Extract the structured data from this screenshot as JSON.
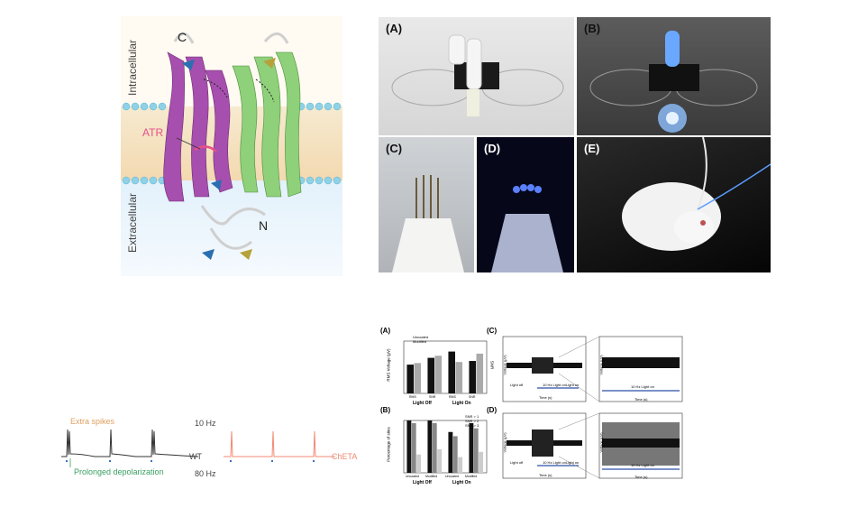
{
  "protein": {
    "c_terminus": "C",
    "n_terminus": "N",
    "chromophore": "ATR",
    "intracellular": "Intracellular",
    "extracellular": "Extracellular"
  },
  "device": {
    "panels": [
      "(A)",
      "(B)",
      "(C)",
      "(D)",
      "(E)"
    ]
  },
  "traces": {
    "extra_spikes": "Extra spikes",
    "prolonged": "Prolonged depolarization",
    "freq_top": "10 Hz",
    "freq_bottom": "80 Hz",
    "wt": "WT",
    "cheta": "ChETA",
    "colors": {
      "wt": "#333333",
      "cheta": "#f08a74",
      "extra": "#e0a060",
      "prolonged": "#3aa063"
    }
  },
  "analysis": {
    "panel_a": "(A)",
    "panel_b": "(B)",
    "panel_c": "(C)",
    "panel_d": "(D)",
    "legend_a": [
      "Uncoated",
      "Modified"
    ],
    "legend_b": [
      "SNR > 1",
      "SNR > 2",
      "SNR > 3"
    ],
    "ylabel_a": "RMS Voltage (μV)",
    "ylabel_a2": "SNR",
    "ylabel_b": "Percentage of sites",
    "light_off": "Light Off",
    "light_on": "Light On",
    "light_off_small": "Light off",
    "light_on_small": "Light on",
    "light_on_10hz": "10 Hz Light on",
    "voltage": "Voltage (μV)",
    "time": "Time (s)",
    "cat_a": [
      "RMS",
      "SNR",
      "RMS",
      "SNR"
    ],
    "cat_b": [
      "Uncoated",
      "Modified",
      "Uncoated",
      "Modified"
    ]
  },
  "chart_data": [
    {
      "type": "bar",
      "title": "(A)",
      "categories": [
        "RMS",
        "SNR",
        "RMS",
        "SNR"
      ],
      "series": [
        {
          "name": "Uncoated",
          "values": [
            0.55,
            0.68,
            0.8,
            0.62
          ]
        },
        {
          "name": "Modified",
          "values": [
            0.58,
            0.72,
            0.6,
            0.76
          ]
        }
      ],
      "xlabel": "",
      "ylabel": "RMS Voltage (μV)"
    },
    {
      "type": "bar",
      "title": "(B)",
      "categories": [
        "Uncoated",
        "Modified",
        "Uncoated",
        "Modified"
      ],
      "series": [
        {
          "name": "SNR > 1",
          "values": [
            100,
            100,
            78,
            95
          ]
        },
        {
          "name": "SNR > 2",
          "values": [
            95,
            95,
            70,
            85
          ]
        },
        {
          "name": "SNR > 3",
          "values": [
            35,
            45,
            30,
            40
          ]
        }
      ],
      "ylabel": "Percentage of sites",
      "ylim": [
        0,
        100
      ]
    }
  ]
}
